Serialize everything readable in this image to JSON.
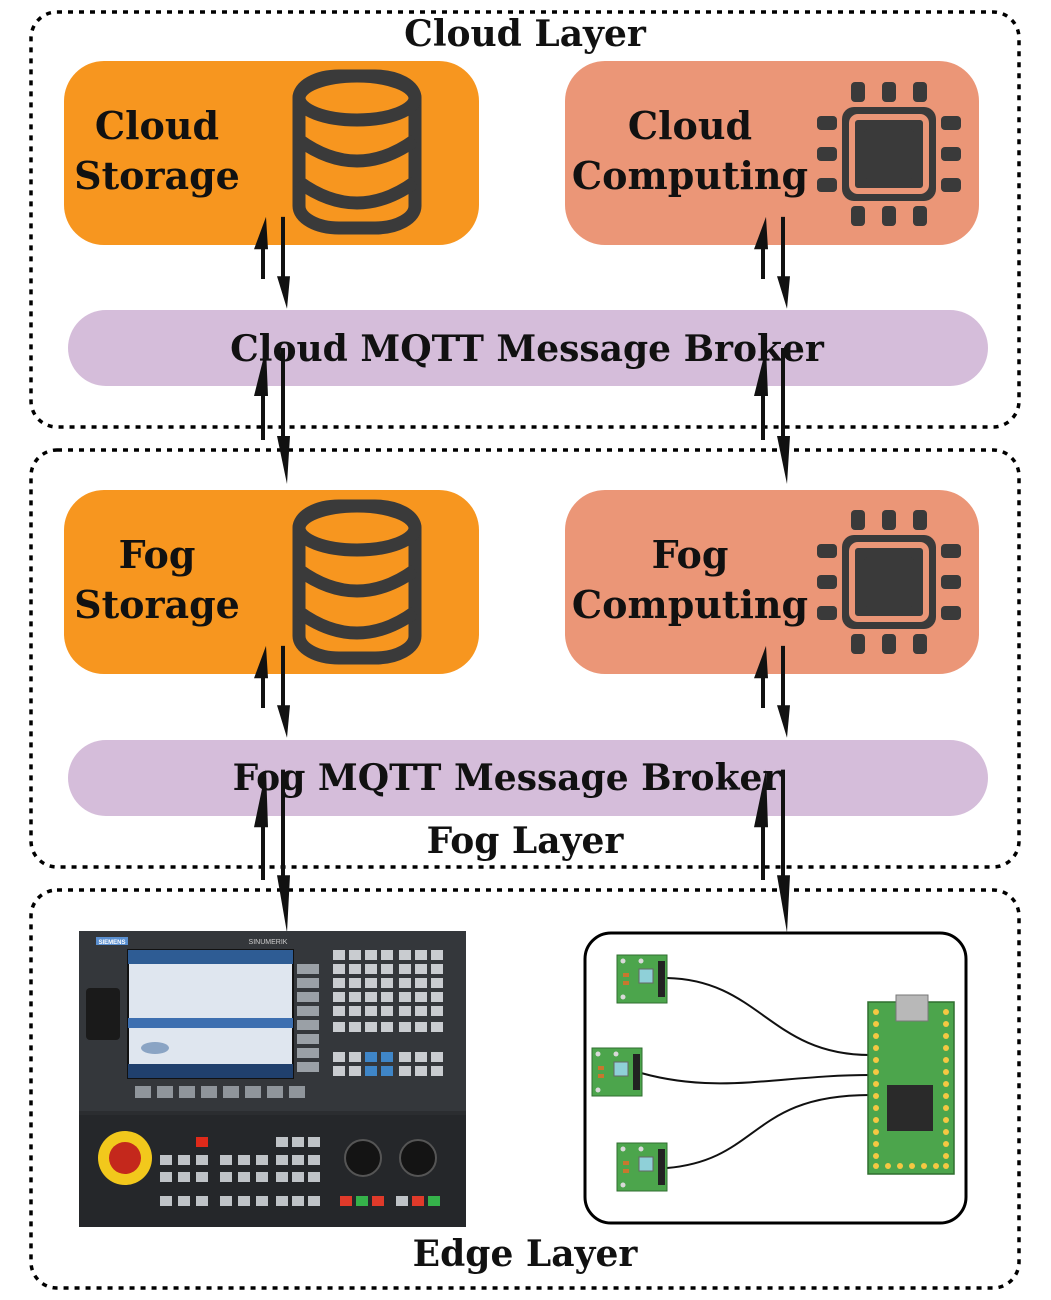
{
  "layers": {
    "cloud": {
      "label": "Cloud Layer"
    },
    "fog": {
      "label": "Fog Layer"
    },
    "edge": {
      "label": "Edge Layer"
    }
  },
  "cloud": {
    "storage": {
      "line1": "Cloud",
      "line2": "Storage"
    },
    "computing": {
      "line1": "Cloud",
      "line2": "Computing"
    },
    "broker": {
      "label": "Cloud MQTT Message Broker"
    }
  },
  "fog": {
    "storage": {
      "line1": "Fog",
      "line2": "Storage"
    },
    "computing": {
      "line1": "Fog",
      "line2": "Computing"
    },
    "broker": {
      "label": "Fog MQTT Message Broker"
    }
  },
  "edge": {
    "cnc_panel": {
      "brand": "SIEMENS",
      "model": "SINUMERIK"
    }
  },
  "colors": {
    "storage": "#F7961F",
    "computing": "#EB9677",
    "broker": "#D5BDDA",
    "icon": "#3A3A3A",
    "pcb": "#4CA54C"
  },
  "icons": {
    "storage": "database-icon",
    "computing": "cpu-chip-icon",
    "link": "bidirectional-lightning-link-icon"
  }
}
